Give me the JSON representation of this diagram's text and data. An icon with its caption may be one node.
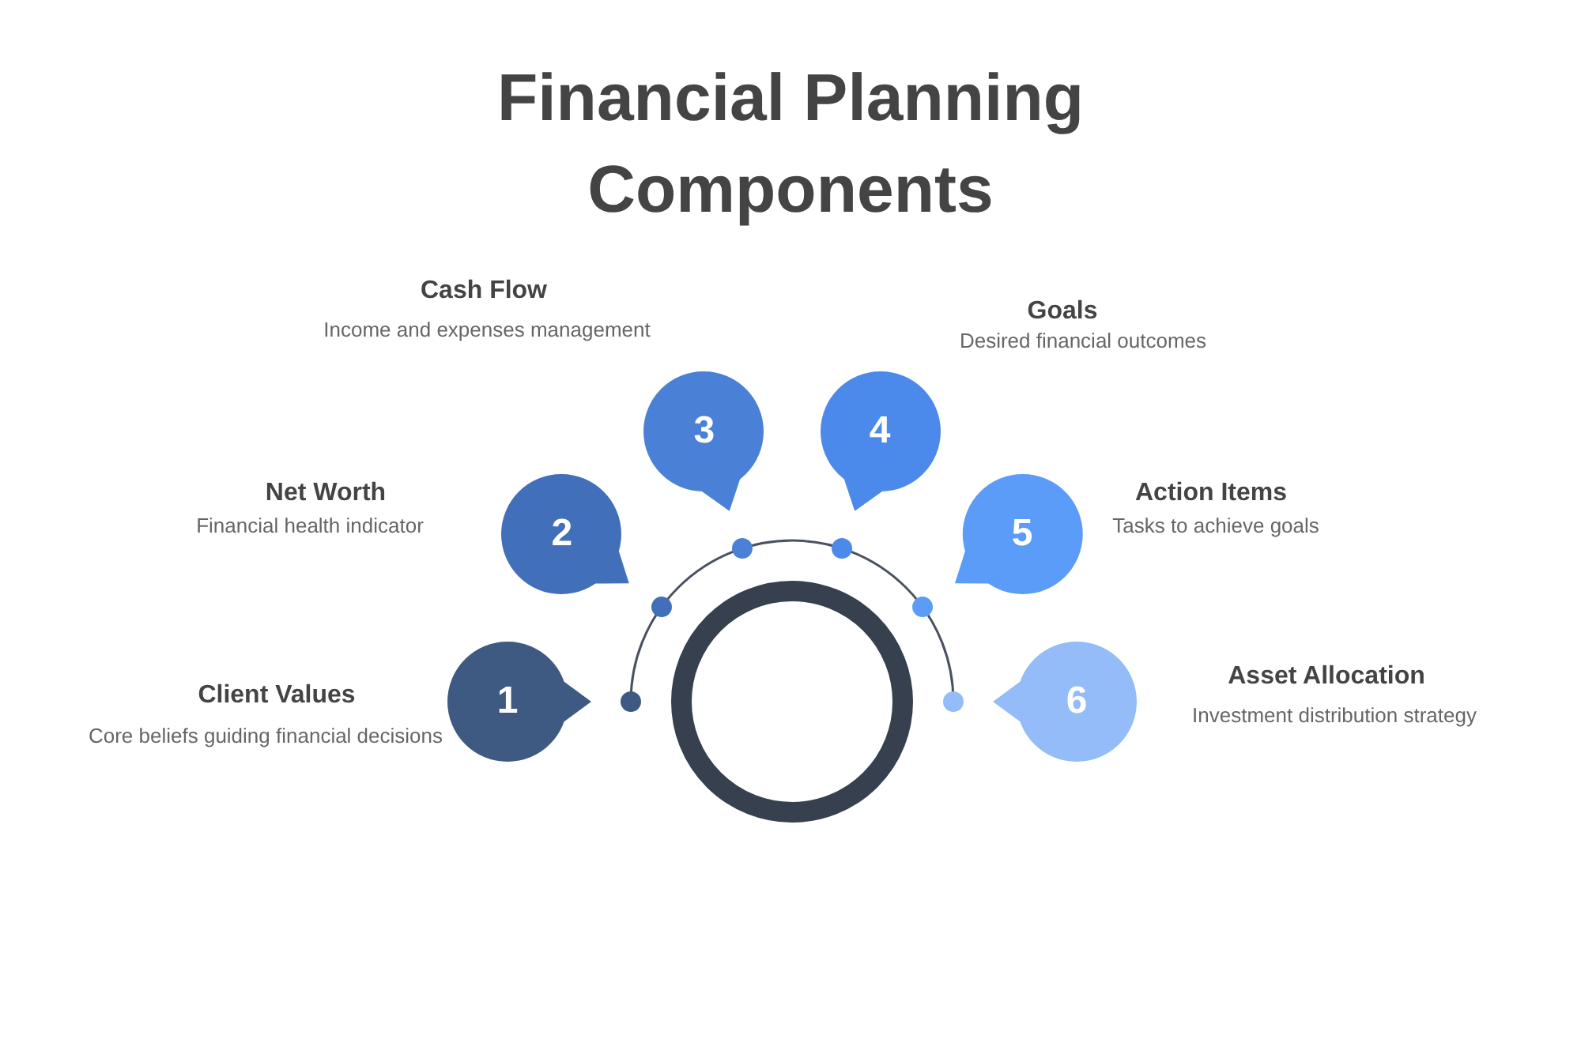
{
  "diagram": {
    "title": "Financial Planning Components",
    "nodes": [
      {
        "text": [
          "1"
        ],
        "beside": [
          "Client Values",
          "Core beliefs guiding financial decisions"
        ]
      },
      {
        "text": [
          "2"
        ],
        "beside": [
          "Net Worth",
          "Financial health indicator"
        ]
      },
      {
        "text": [
          "3"
        ],
        "beside": [
          "Cash Flow",
          "Income and expenses management"
        ]
      },
      {
        "text": [
          "4"
        ],
        "beside": [
          "Goals",
          "Desired financial outcomes"
        ]
      },
      {
        "text": [
          "5"
        ],
        "beside": [
          "Action Items",
          "Tasks to achieve goals"
        ]
      },
      {
        "text": [
          "6"
        ],
        "beside": [
          "Asset Allocation",
          "Investment distribution strategy"
        ]
      }
    ],
    "edges": []
  }
}
